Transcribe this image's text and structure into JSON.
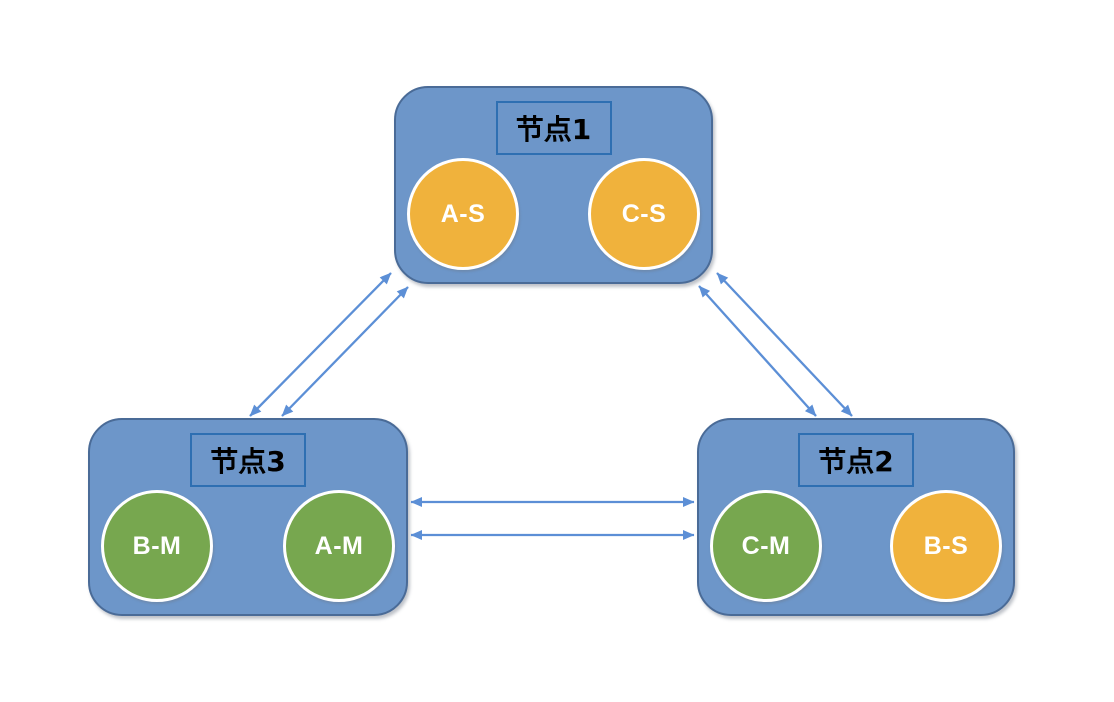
{
  "diagram": {
    "background": "#FFFFFF",
    "description_visible_text_only": true
  },
  "colors": {
    "node_fill": "#6D96C9",
    "node_border": "#4A6B97",
    "label_border": "#2E6FB2",
    "gold_fill": "#F0B23C",
    "green_fill": "#77A74F",
    "circle_border": "#FFFFFF",
    "arrow": "#5C8FD6",
    "node_label_text": "#000000",
    "circle_label_text": "#FFFFFF"
  },
  "nodes": [
    {
      "id": "node-1",
      "label": "节点1",
      "position": "top-center",
      "circles": [
        {
          "label": "A-S",
          "variant": "gold"
        },
        {
          "label": "C-S",
          "variant": "gold"
        }
      ]
    },
    {
      "id": "node-3",
      "label": "节点3",
      "position": "bottom-left",
      "circles": [
        {
          "label": "B-M",
          "variant": "green"
        },
        {
          "label": "A-M",
          "variant": "green"
        }
      ]
    },
    {
      "id": "node-2",
      "label": "节点2",
      "position": "bottom-right",
      "circles": [
        {
          "label": "C-M",
          "variant": "green"
        },
        {
          "label": "B-S",
          "variant": "gold"
        }
      ]
    }
  ],
  "edges": [
    {
      "from": "节点3",
      "to": "节点1",
      "lines": 2,
      "direction": "bidirectional"
    },
    {
      "from": "节点1",
      "to": "节点2",
      "lines": 2,
      "direction": "bidirectional"
    },
    {
      "from": "节点3",
      "to": "节点2",
      "lines": 2,
      "direction": "bidirectional"
    }
  ]
}
